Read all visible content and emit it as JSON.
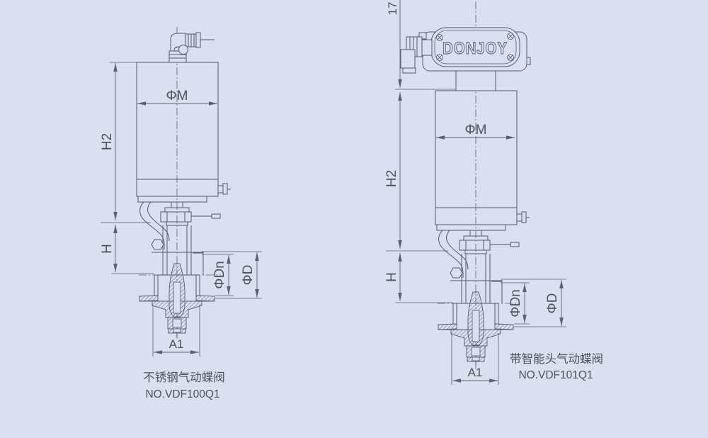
{
  "page": {
    "background_color": "#dbdfef",
    "line_color": "#545b6c",
    "text_color": "#4c5260",
    "drawing_type": "pneumatic butterfly valve dimensional drawings"
  },
  "left_valve": {
    "caption_line1": "不锈钢气动蝶阀",
    "caption_line2": "NO.VDF100Q1",
    "dims": {
      "diameter_actuator": "ΦM",
      "height_total": "H2",
      "height_neck": "H",
      "bore_diameter": "ΦDn",
      "outer_diameter": "ΦD",
      "bottom_width": "A1"
    }
  },
  "right_valve": {
    "brand": "DONJOY",
    "caption_line1": "带智能头气动蝶阀",
    "caption_line2": "NO.VDF101Q1",
    "dims": {
      "head_height": "17",
      "diameter_actuator": "ΦM",
      "height_total": "H2",
      "height_neck": "H",
      "bore_diameter": "ΦDn",
      "outer_diameter": "ΦD",
      "bottom_width": "A1"
    }
  }
}
